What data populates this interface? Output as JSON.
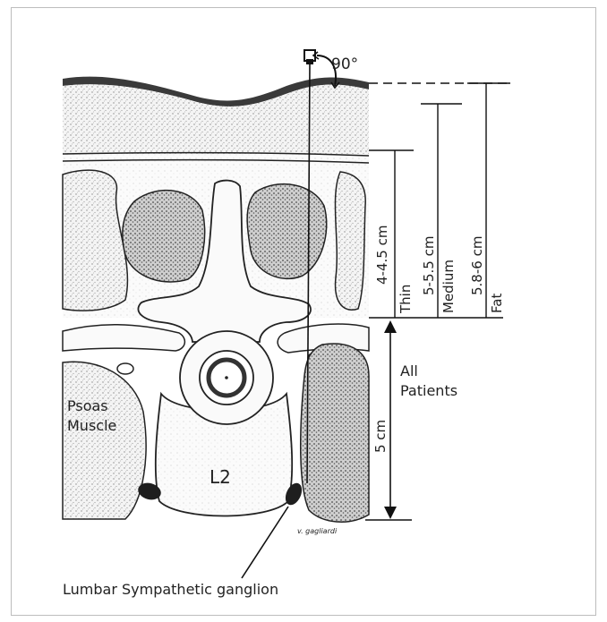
{
  "labels": {
    "angle": "90°",
    "thin_measure": "4-4.5 cm",
    "thin_group": "Thin",
    "medium_measure": "5-5.5 cm",
    "medium_group": "Medium",
    "fat_measure": "5.8-6 cm",
    "fat_group": "Fat",
    "all_line1": "All",
    "all_line2": "Patients",
    "all_measure": "5 cm",
    "psoas_line1": "Psoas",
    "psoas_line2": "Muscle",
    "vertebra": "L2",
    "ganglion": "Lumbar Sympathetic ganglion",
    "signature": "v. gagliardi"
  },
  "colors": {
    "ink": "#1e1e1e",
    "stipple": "#9a9a9a",
    "frame": "#bdbdbd"
  }
}
